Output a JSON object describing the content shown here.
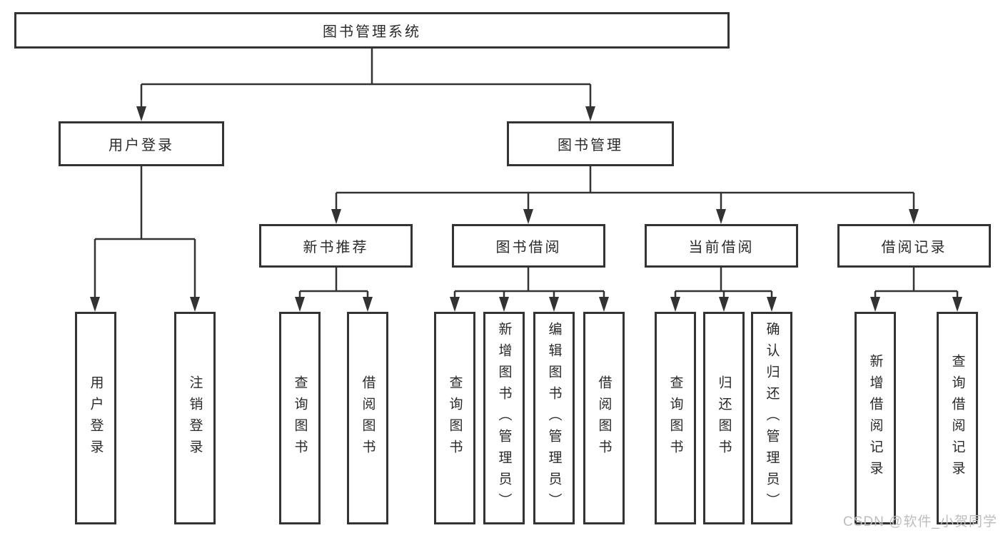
{
  "tree": {
    "root": {
      "label": "图书管理系统",
      "children": [
        {
          "label": "用户登录",
          "children": [
            {
              "label": "用户登录"
            },
            {
              "label": "注销登录"
            }
          ]
        },
        {
          "label": "图书管理",
          "children": [
            {
              "label": "新书推荐",
              "children": [
                {
                  "label": "查询图书"
                },
                {
                  "label": "借阅图书"
                }
              ]
            },
            {
              "label": "图书借阅",
              "children": [
                {
                  "label": "查询图书"
                },
                {
                  "label": "新增图书（管理员）"
                },
                {
                  "label": "编辑图书（管理员）"
                },
                {
                  "label": "借阅图书"
                }
              ]
            },
            {
              "label": "当前借阅",
              "children": [
                {
                  "label": "查询图书"
                },
                {
                  "label": "归还图书"
                },
                {
                  "label": "确认归还（管理员）"
                }
              ]
            },
            {
              "label": "借阅记录",
              "children": [
                {
                  "label": "新增借阅记录"
                },
                {
                  "label": "查询借阅记录"
                }
              ]
            }
          ]
        }
      ]
    }
  },
  "watermark": {
    "text": "CSDN @软件_小贺同学"
  },
  "colors": {
    "line": "#333333",
    "box_border": "#333333",
    "text": "#2a2a2a",
    "watermark": "#bdbdbd",
    "background": "#ffffff"
  }
}
